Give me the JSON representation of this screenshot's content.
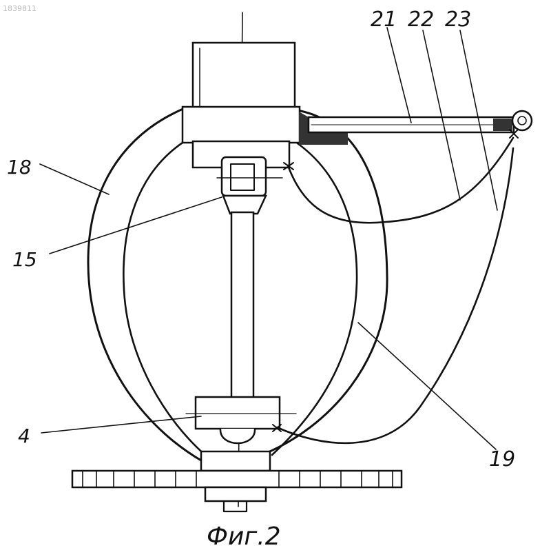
{
  "document": {
    "id": "1839811",
    "caption": "Фиг.2"
  },
  "callouts": [
    {
      "id": "18",
      "text": "18"
    },
    {
      "id": "15",
      "text": "15"
    },
    {
      "id": "4",
      "text": "4"
    },
    {
      "id": "21",
      "text": "21"
    },
    {
      "id": "22",
      "text": "22"
    },
    {
      "id": "23",
      "text": "23"
    },
    {
      "id": "19",
      "text": "19"
    }
  ]
}
